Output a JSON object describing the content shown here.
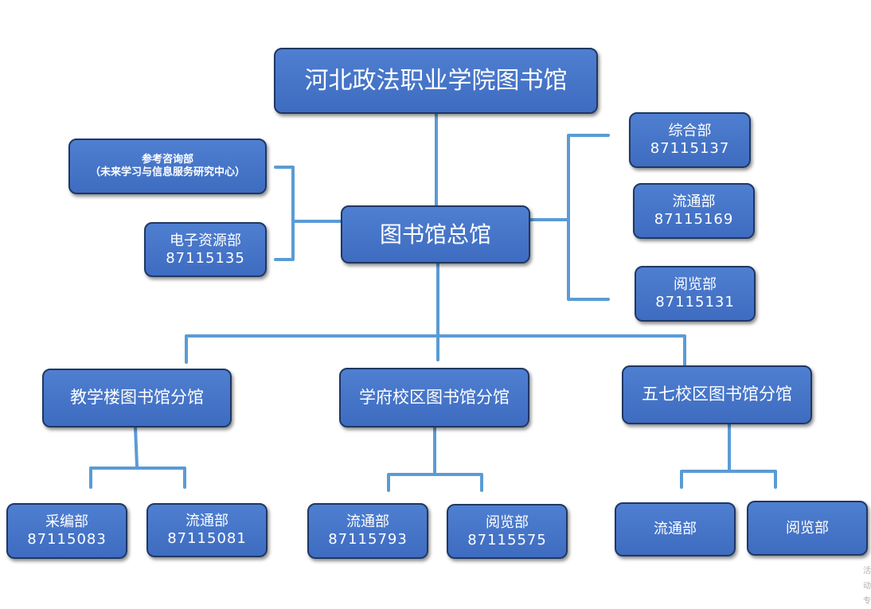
{
  "root": {
    "title": "河北政法职业学院图书馆"
  },
  "main": {
    "title": "图书馆总馆"
  },
  "left_departments": [
    {
      "name": "参考咨询部",
      "sub": "（未来学习与信息服务研究中心）"
    },
    {
      "name": "电子资源部",
      "phone": "87115135"
    }
  ],
  "right_departments": [
    {
      "name": "综合部",
      "phone": "87115137"
    },
    {
      "name": "流通部",
      "phone": "87115169"
    },
    {
      "name": "阅览部",
      "phone": "87115131"
    }
  ],
  "branches": [
    {
      "name": "教学楼图书馆分馆",
      "departments": [
        {
          "name": "采编部",
          "phone": "87115083"
        },
        {
          "name": "流通部",
          "phone": "87115081"
        }
      ]
    },
    {
      "name": "学府校区图书馆分馆",
      "departments": [
        {
          "name": "流通部",
          "phone": "87115793"
        },
        {
          "name": "阅览部",
          "phone": "87115575"
        }
      ]
    },
    {
      "name": "五七校区图书馆分馆",
      "departments": [
        {
          "name": "流通部"
        },
        {
          "name": "阅览部"
        }
      ]
    }
  ],
  "watermark": "活动专",
  "colors": {
    "box": "#4472c4",
    "border": "#1f3763",
    "connector": "#5b9bd5"
  }
}
